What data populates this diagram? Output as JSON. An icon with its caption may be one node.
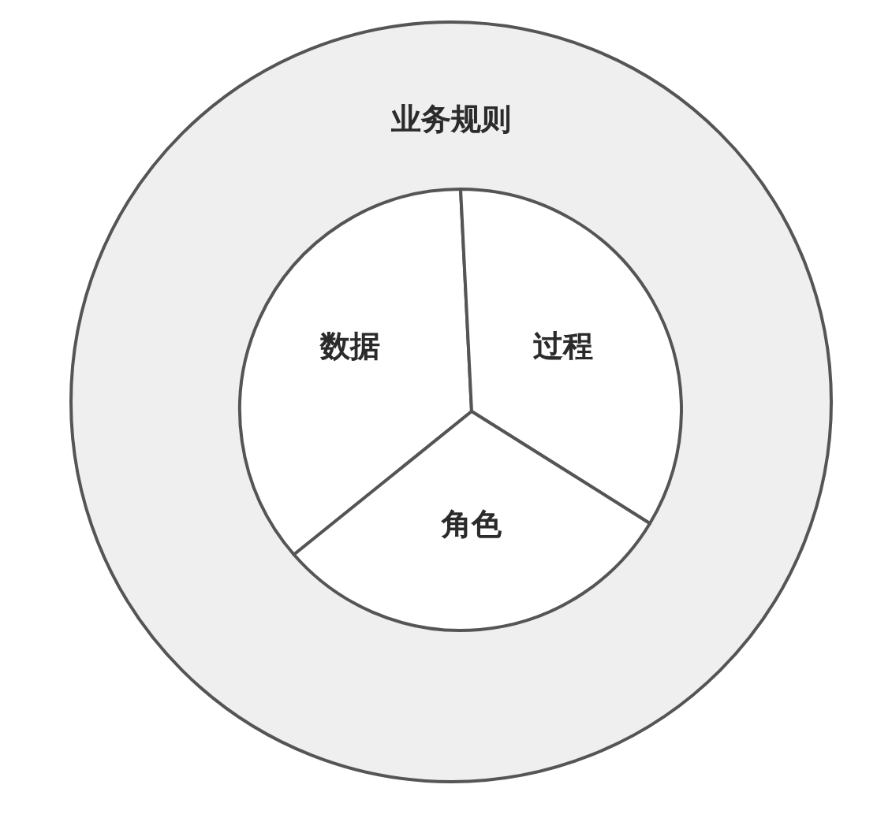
{
  "diagram": {
    "nodes": [
      {
        "text": [
          "业务规则"
        ]
      },
      {
        "text": [
          "数据"
        ],
        "in": 0
      },
      {
        "text": [
          "过程"
        ],
        "in": 0
      },
      {
        "text": [
          "角色"
        ],
        "in": 0
      }
    ]
  }
}
